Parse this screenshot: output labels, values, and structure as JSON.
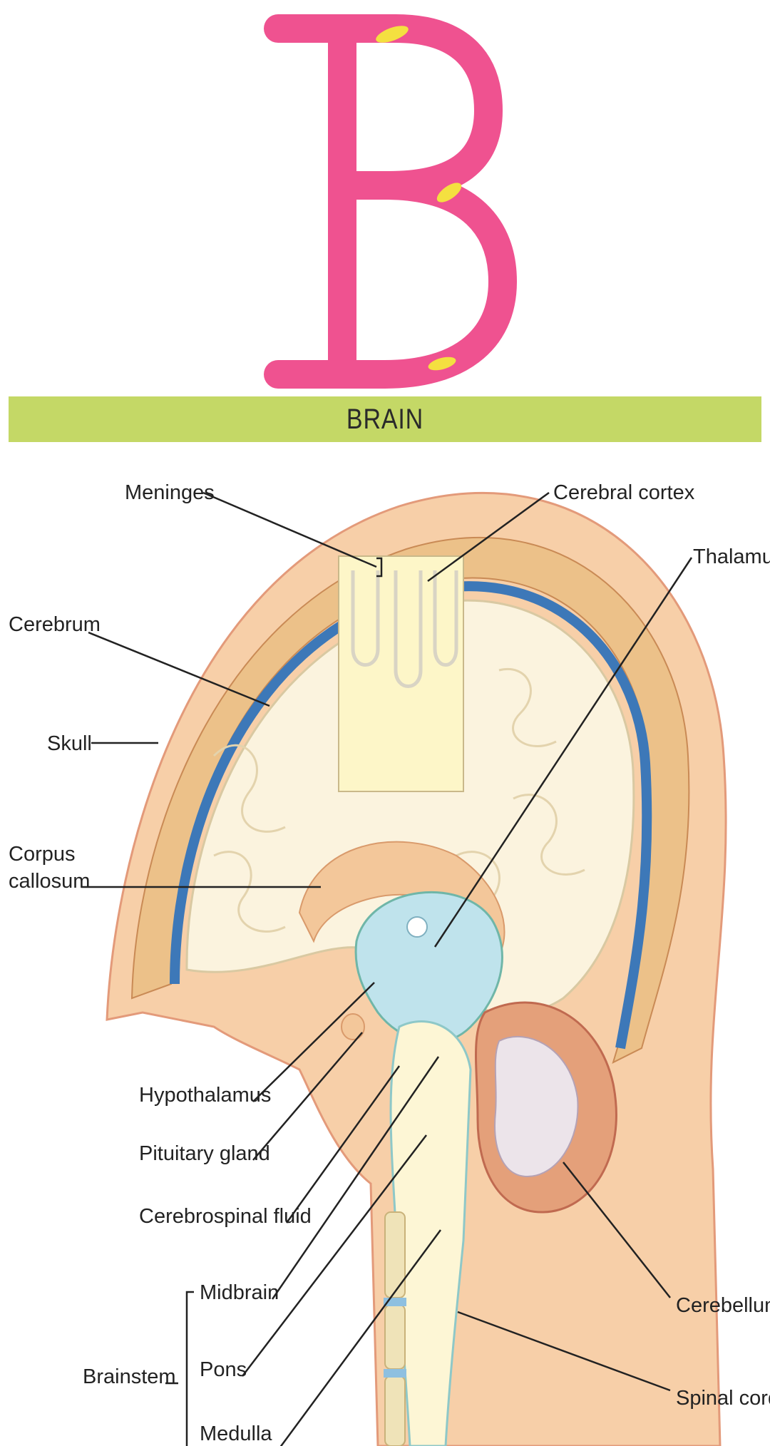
{
  "header": {
    "letter": "B"
  },
  "banner": {
    "title": "BRAIN"
  },
  "labels": {
    "meninges": "Meninges",
    "cerebral_cortex": "Cerebral cortex",
    "thalamus": "Thalamus",
    "cerebrum": "Cerebrum",
    "skull": "Skull",
    "corpus_callosum_1": "Corpus",
    "corpus_callosum_2": "callosum",
    "hypothalamus": "Hypothalamus",
    "pituitary_gland": "Pituitary gland",
    "cerebrospinal_fluid": "Cerebrospinal fluid",
    "midbrain": "Midbrain",
    "pons": "Pons",
    "medulla": "Medulla",
    "brainstem": "Brainstem",
    "cerebellum": "Cerebellum",
    "spinal_cord": "Spinal cord"
  },
  "colors": {
    "letter": "#ef5290",
    "banner": "#c4d866",
    "skin": "#f7cfa8",
    "bone": "#ecc189",
    "dura_blue": "#3d78b8",
    "brain": "#fbf3de",
    "thalamus": "#bfe3ec",
    "cerebellum": "#e4a07a"
  }
}
